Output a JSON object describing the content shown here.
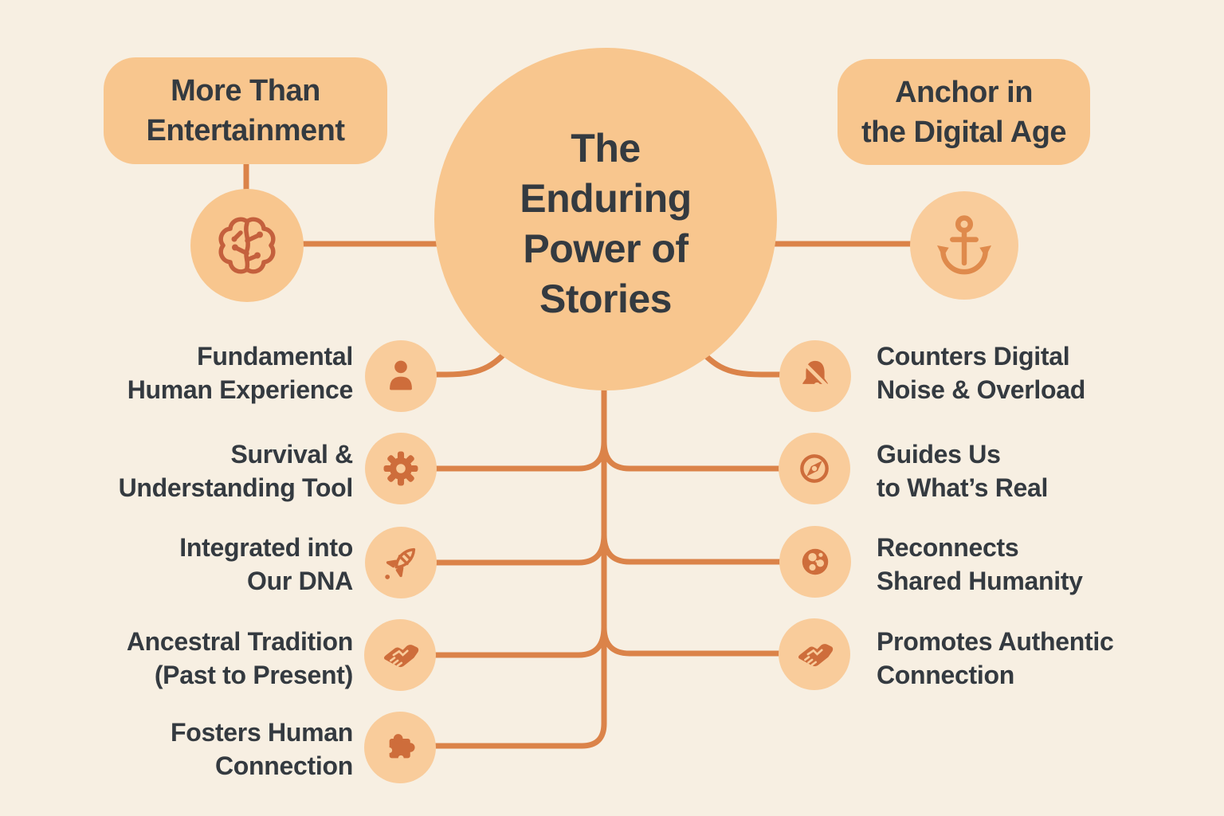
{
  "palette": {
    "background": "#F7EFE2",
    "node_fill": "#F8C68E",
    "icon_circle_fill": "#F9CC9B",
    "connector": "#DB8349",
    "icon_glyph": "#CE6D3B",
    "brain_glyph": "#C4603D",
    "anchor_glyph": "#DF8A4C",
    "text_dark": "#343A40"
  },
  "center": {
    "lines": [
      "The",
      "Enduring",
      "Power of",
      "Stories"
    ]
  },
  "branches": {
    "top_left": {
      "lines": [
        "More Than",
        "Entertainment"
      ],
      "icon": "brain-icon"
    },
    "top_right": {
      "lines": [
        "Anchor in",
        "the Digital Age"
      ],
      "icon": "anchor-icon"
    }
  },
  "left_items": [
    {
      "lines": [
        "Fundamental",
        "Human Experience"
      ],
      "icon": "person-icon"
    },
    {
      "lines": [
        "Survival &",
        "Understanding Tool"
      ],
      "icon": "gear-icon"
    },
    {
      "lines": [
        "Integrated into",
        "Our DNA"
      ],
      "icon": "rocket-icon"
    },
    {
      "lines": [
        "Ancestral Tradition",
        "(Past to Present)"
      ],
      "icon": "handshake-icon"
    },
    {
      "lines": [
        "Fosters Human",
        "Connection"
      ],
      "icon": "puzzle-icon"
    }
  ],
  "right_items": [
    {
      "lines": [
        "Counters Digital",
        "Noise & Overload"
      ],
      "icon": "bell-slash-icon"
    },
    {
      "lines": [
        "Guides Us",
        "to What’s Real"
      ],
      "icon": "compass-icon"
    },
    {
      "lines": [
        "Reconnects",
        "Shared Humanity"
      ],
      "icon": "globe-icon"
    },
    {
      "lines": [
        "Promotes Authentic",
        "Connection"
      ],
      "icon": "handshake-icon"
    }
  ]
}
